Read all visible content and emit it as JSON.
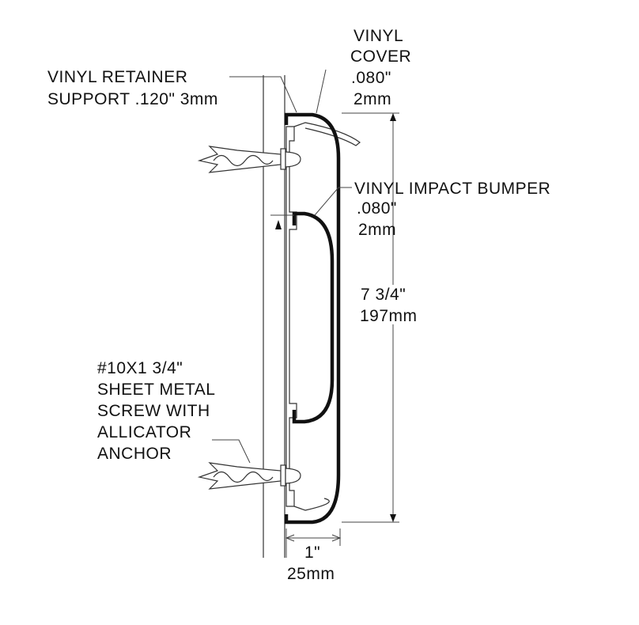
{
  "labels": {
    "cover": [
      "VINYL",
      "COVER",
      ".080\"",
      "2mm"
    ],
    "retainer": [
      "VINYL RETAINER",
      "SUPPORT  .120\" 3mm"
    ],
    "bumper": [
      "VINYL IMPACT BUMPER",
      ".080\"",
      "2mm"
    ],
    "height": [
      "7  3/4\"",
      "197mm"
    ],
    "screw": [
      "#10X1 3/4\"",
      "SHEET METAL",
      "SCREW WITH",
      "ALLICATOR",
      "ANCHOR"
    ],
    "depth": [
      "1\"",
      "25mm"
    ]
  }
}
